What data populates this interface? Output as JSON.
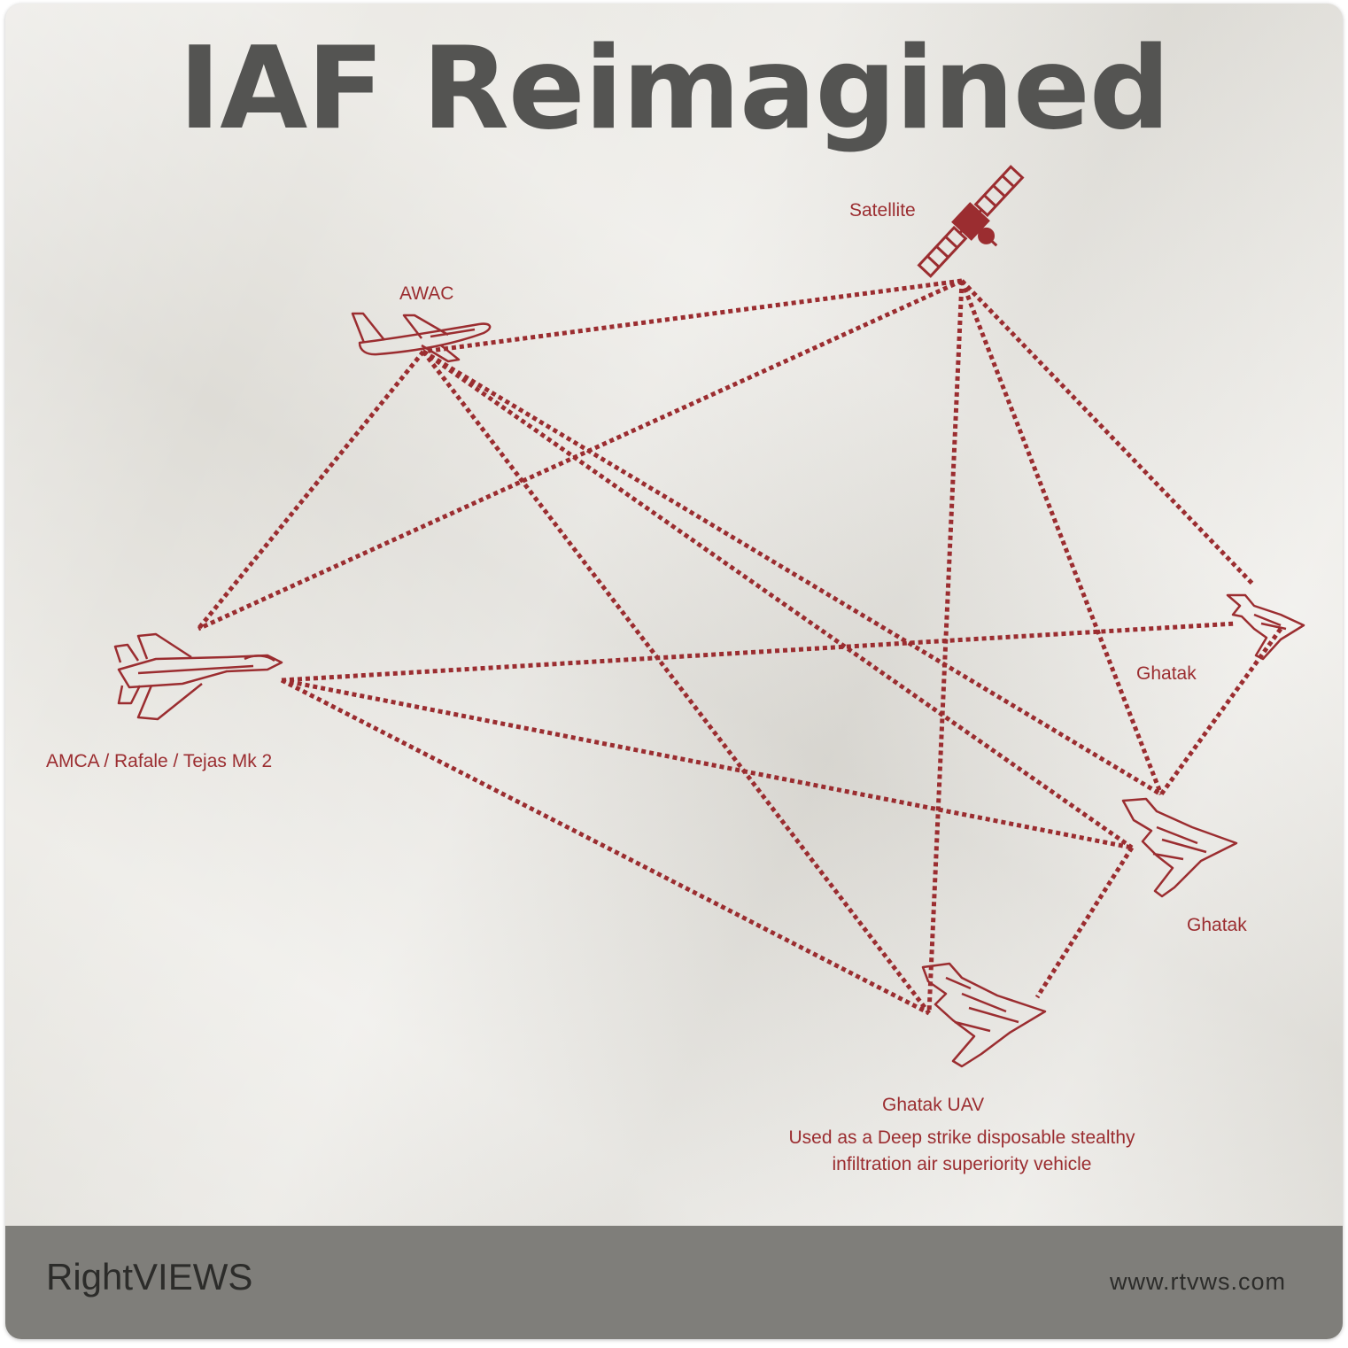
{
  "title": "IAF Reimagined",
  "nodes": {
    "satellite": "Satellite",
    "awac": "AWAC",
    "fighter": "AMCA / Rafale / Tejas Mk 2",
    "ghatak_top": "Ghatak",
    "ghatak_mid": "Ghatak",
    "ghatak_uav": "Ghatak UAV",
    "ghatak_uav_desc_1": "Used as a Deep strike disposable stealthy",
    "ghatak_uav_desc_2": "infiltration air superiority vehicle"
  },
  "footer": {
    "brand": "RightVIEWS",
    "url": "www.rtvws.com"
  },
  "colors": {
    "accent": "#9b2d30",
    "title": "#545452",
    "footer_bg": "#7f7e7a",
    "paper": "#e7e5df"
  }
}
